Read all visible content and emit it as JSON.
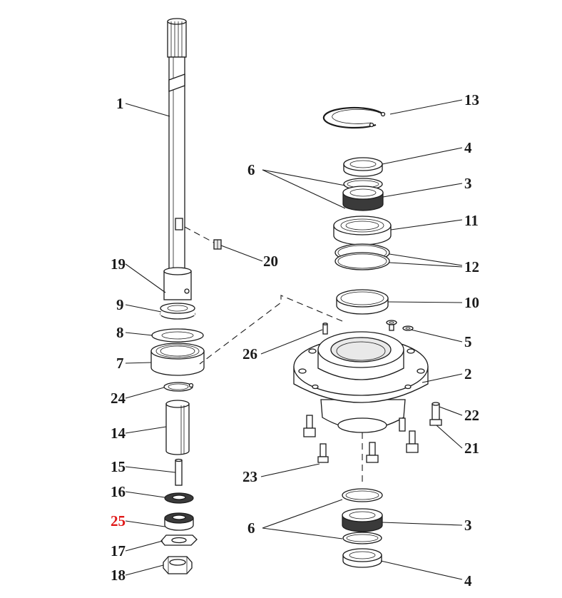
{
  "diagram": {
    "callouts": {
      "c1": "1",
      "c2": "2",
      "c3_top": "3",
      "c3_bottom": "3",
      "c4_top": "4",
      "c4_bottom": "4",
      "c5": "5",
      "c6_top": "6",
      "c6_bottom": "6",
      "c7": "7",
      "c8": "8",
      "c9": "9",
      "c10": "10",
      "c11": "11",
      "c12": "12",
      "c13": "13",
      "c14": "14",
      "c15": "15",
      "c16": "16",
      "c17": "17",
      "c18": "18",
      "c19": "19",
      "c20": "20",
      "c21": "21",
      "c22": "22",
      "c23": "23",
      "c24": "24",
      "c25": "25",
      "c26": "26"
    },
    "colors": {
      "line": "#1a1a1a",
      "highlight": "#e01818",
      "background": "#ffffff"
    }
  }
}
